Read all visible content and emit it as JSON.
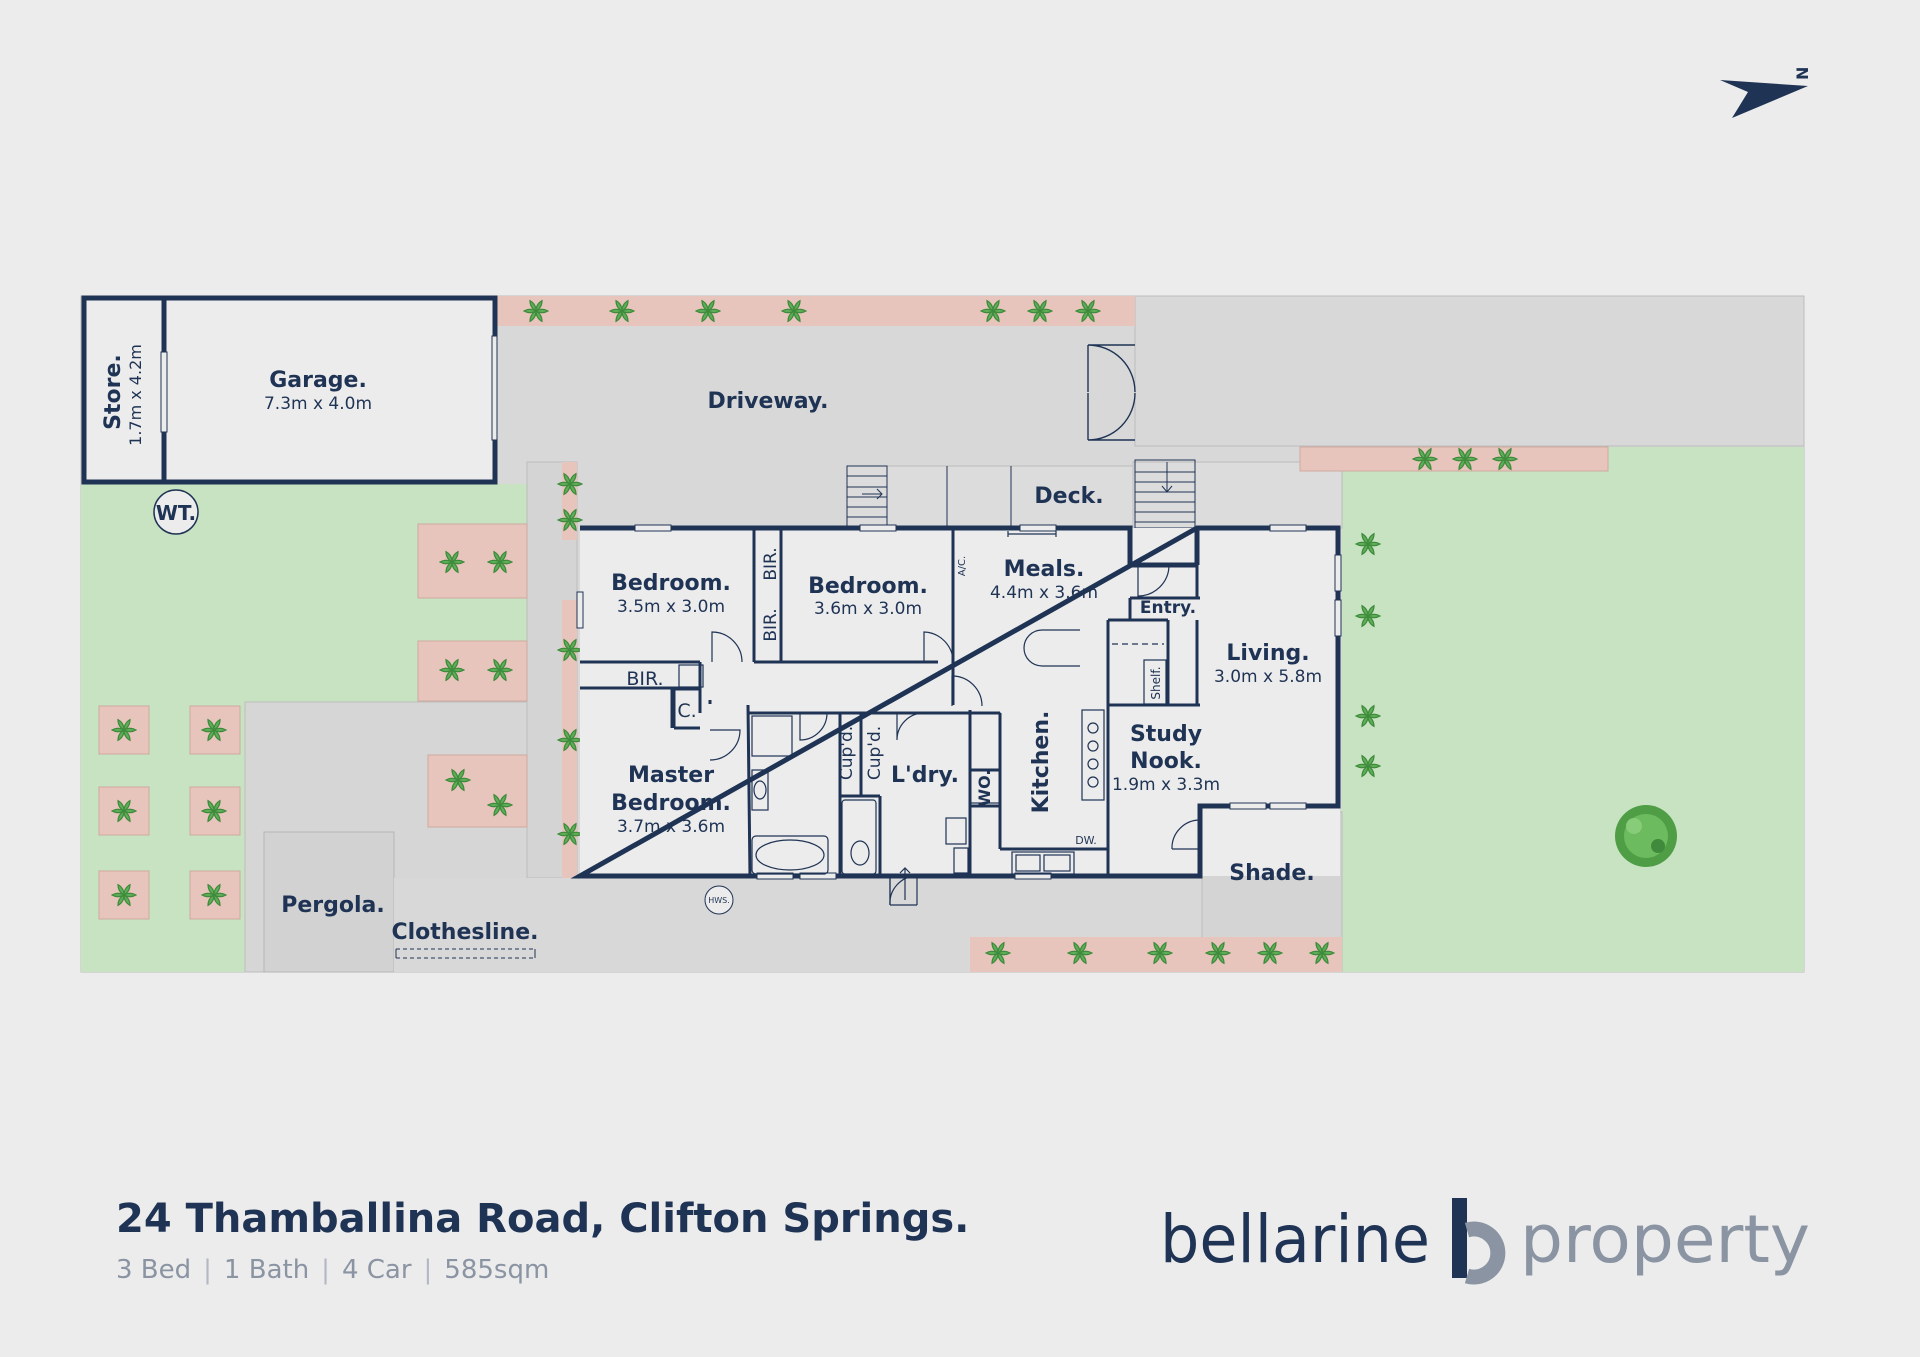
{
  "address": "24 Thamballina Road, Clifton Springs.",
  "specs": [
    "3 Bed",
    "1 Bath",
    "4 Car",
    "585sqm"
  ],
  "brand": {
    "name_left": "bellarine",
    "name_right": "property",
    "mark_letter": "b"
  },
  "compass": {
    "letter": "N"
  },
  "rooms": {
    "store": {
      "label": "Store.",
      "dim": "1.7m x 4.2m"
    },
    "garage": {
      "label": "Garage.",
      "dim": "7.3m x 4.0m"
    },
    "driveway": {
      "label": "Driveway."
    },
    "deck": {
      "label": "Deck."
    },
    "wt": {
      "label": "WT."
    },
    "bedroom1": {
      "label": "Bedroom.",
      "dim": "3.5m x 3.0m"
    },
    "bedroom2": {
      "label": "Bedroom.",
      "dim": "3.6m x 3.0m"
    },
    "bir1": {
      "label": "BIR."
    },
    "bir2": {
      "label": "BIR."
    },
    "bir3": {
      "label": "BIR."
    },
    "c": {
      "label": "C."
    },
    "meals": {
      "label": "Meals.",
      "dim": "4.4m x 3.6m"
    },
    "ac": {
      "label": "A/C."
    },
    "entry": {
      "label": "Entry."
    },
    "living": {
      "label": "Living.",
      "dim": "3.0m x 5.8m"
    },
    "shelf": {
      "label": "Shelf."
    },
    "study": {
      "label1": "Study",
      "label2": "Nook.",
      "dim": "1.9m x 3.3m"
    },
    "kitchen": {
      "label": "Kitchen."
    },
    "wo": {
      "label": "WO."
    },
    "dw": {
      "label": "DW."
    },
    "laundry": {
      "label": "L'dry."
    },
    "cupd1": {
      "label": "Cup'd."
    },
    "cupd2": {
      "label": "Cup'd."
    },
    "master": {
      "label1": "Master",
      "label2": "Bedroom.",
      "dim": "3.7m x 3.6m"
    },
    "hws": {
      "label": "HWS."
    },
    "shade": {
      "label": "Shade."
    },
    "pergola": {
      "label": "Pergola."
    },
    "clothesline": {
      "label": "Clothesline."
    }
  }
}
